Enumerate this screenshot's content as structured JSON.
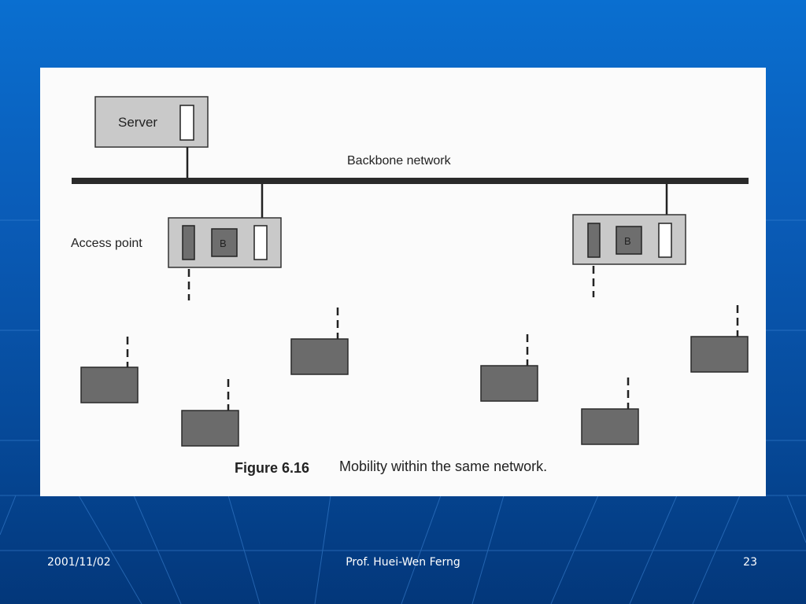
{
  "slide": {
    "footer": {
      "date": "2001/11/02",
      "author": "Prof. Huei-Wen Ferng",
      "page_number": "23"
    }
  },
  "diagram": {
    "server_label": "Server",
    "backbone_label": "Backbone network",
    "access_point_label": "Access point",
    "access_points": [
      {
        "badge": "B"
      },
      {
        "badge": "B"
      }
    ],
    "mobile_station_count": 6,
    "caption": {
      "number": "Figure 6.16",
      "text": "Mobility within the same network."
    }
  },
  "colors": {
    "background_top": "#0a6fd0",
    "background_bottom": "#03377a",
    "panel": "#fbfbfb",
    "box_fill": "#c9c9c9",
    "mobile_fill": "#6b6b6b",
    "backbone": "#2a2a2a"
  }
}
